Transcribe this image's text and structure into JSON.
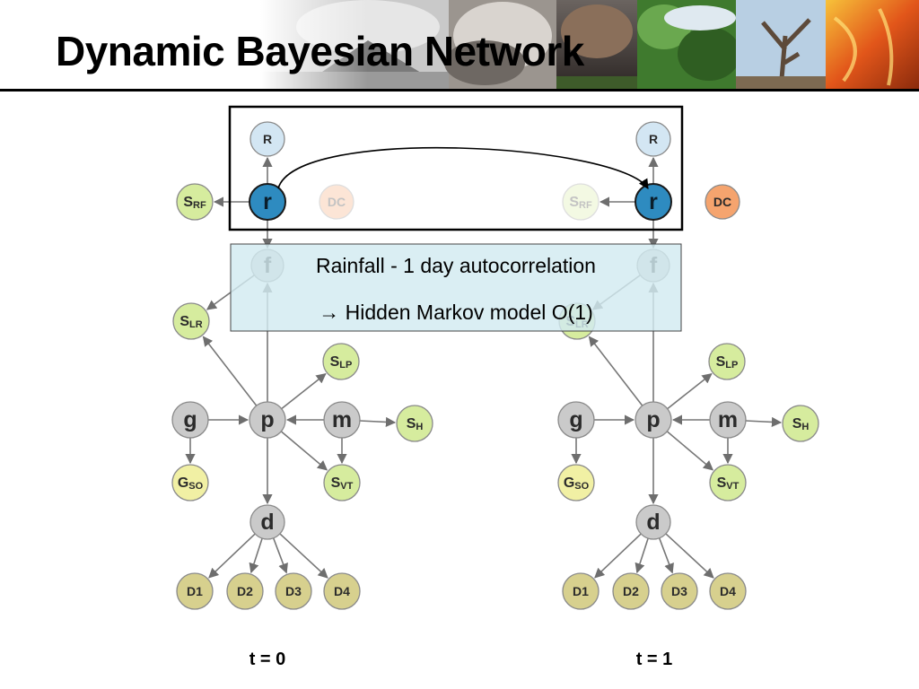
{
  "slide": {
    "title": "Dynamic Bayesian Network"
  },
  "callout": {
    "line1": "Rainfall - 1 day autocorrelation",
    "line2": "Hidden Markov model O(1)",
    "arrow_glyph": "→"
  },
  "time_labels": {
    "t0": "t = 0",
    "t1": "t = 1"
  },
  "colors": {
    "hidden_node": "#2e8bc0",
    "observed_rainfall": "#d3e6f3",
    "sensor_green": "#d6ec9e",
    "geo_yellow": "#f1f0a4",
    "damage_olive": "#d7d08e",
    "process_gray": "#cacaca",
    "dc_orange": "#f5a46e",
    "callout_fill": "#d2eaf0"
  },
  "slices": [
    {
      "nodes": {
        "R": {
          "label": "R"
        },
        "r": {
          "label": "r"
        },
        "DC": {
          "label": "DC"
        },
        "S_RF": {
          "label": "S",
          "sub": "RF"
        },
        "f": {
          "label": "f"
        },
        "S_LR": {
          "label": "S",
          "sub": "LR"
        },
        "S_LP": {
          "label": "S",
          "sub": "LP"
        },
        "g": {
          "label": "g"
        },
        "p": {
          "label": "p"
        },
        "m": {
          "label": "m"
        },
        "S_H": {
          "label": "S",
          "sub": "H"
        },
        "G_SO": {
          "label": "G",
          "sub": "SO"
        },
        "S_VT": {
          "label": "S",
          "sub": "VT"
        },
        "d": {
          "label": "d"
        },
        "D1": {
          "label": "D1"
        },
        "D2": {
          "label": "D2"
        },
        "D3": {
          "label": "D3"
        },
        "D4": {
          "label": "D4"
        }
      }
    },
    {
      "nodes": {
        "R": {
          "label": "R"
        },
        "r": {
          "label": "r"
        },
        "DC": {
          "label": "DC"
        },
        "S_RF": {
          "label": "S",
          "sub": "RF"
        },
        "f": {
          "label": "f"
        },
        "S_LR": {
          "label": "S",
          "sub": "LR"
        },
        "S_LP": {
          "label": "S",
          "sub": "LP"
        },
        "g": {
          "label": "g"
        },
        "p": {
          "label": "p"
        },
        "m": {
          "label": "m"
        },
        "S_H": {
          "label": "S",
          "sub": "H"
        },
        "G_SO": {
          "label": "G",
          "sub": "SO"
        },
        "S_VT": {
          "label": "S",
          "sub": "VT"
        },
        "d": {
          "label": "d"
        },
        "D1": {
          "label": "D1"
        },
        "D2": {
          "label": "D2"
        },
        "D3": {
          "label": "D3"
        },
        "D4": {
          "label": "D4"
        }
      }
    }
  ]
}
